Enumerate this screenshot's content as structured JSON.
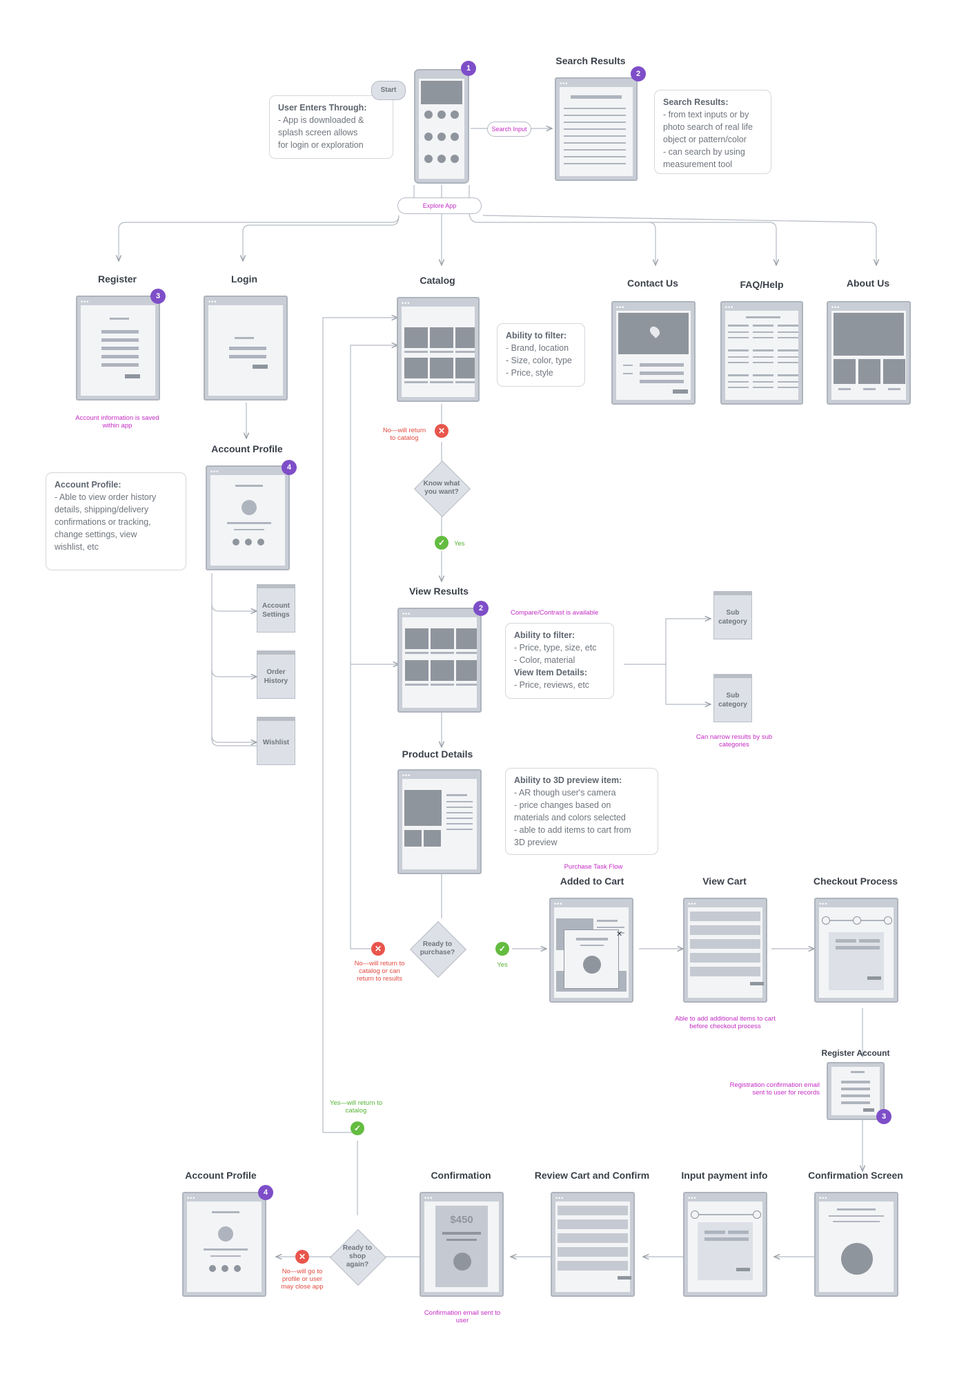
{
  "labels": {
    "start": "Start",
    "search_input": "Search Input",
    "explore_app": "Explore App",
    "know_what": "Know what you want?",
    "ready_purchase": "Ready to purchase?",
    "ready_shop_again": "Ready to shop again?",
    "price": "$450"
  },
  "titles": {
    "search_results": "Search Results",
    "register": "Register",
    "login": "Login",
    "catalog": "Catalog",
    "contact_us": "Contact Us",
    "faq_help": "FAQ/Help",
    "about_us": "About Us",
    "account_profile_top": "Account Profile",
    "view_results": "View Results",
    "product_details": "Product Details",
    "added_to_cart": "Added to Cart",
    "view_cart": "View Cart",
    "checkout_process": "Checkout Process",
    "register_account": "Register Account",
    "account_profile_bottom": "Account Profile",
    "confirmation": "Confirmation",
    "review_cart_confirm": "Review Cart and Confirm",
    "input_payment": "Input payment info",
    "confirmation_screen": "Confirmation Screen"
  },
  "small_screens": {
    "account_settings": "Account Settings",
    "order_history": "Order History",
    "wishlist": "Wishlist",
    "sub_category_1": "Sub category",
    "sub_category_2": "Sub category"
  },
  "badges": {
    "b1": "1",
    "b2_search": "2",
    "b3_register": "3",
    "b4_profile": "4",
    "b2_results": "2",
    "b3_register_account": "3",
    "b4_profile_bottom": "4"
  },
  "notes": {
    "user_enters": {
      "heading": "User Enters Through:",
      "lines": [
        "- App is downloaded &",
        "splash screen allows",
        "for login or exploration"
      ]
    },
    "search_results": {
      "heading": "Search Results:",
      "lines": [
        "- from text inputs or by",
        "photo search of real life",
        "object or pattern/color",
        "- can search by using",
        "measurement tool"
      ]
    },
    "catalog_filter": {
      "heading": "Ability to filter:",
      "lines": [
        "- Brand, location",
        "- Size, color, type",
        "- Price, style"
      ]
    },
    "account_profile": {
      "heading": "Account Profile:",
      "lines": [
        "- Able to view order history",
        "details, shipping/delivery",
        "confirmations or tracking,",
        "change settings, view",
        "wishlist, etc"
      ]
    },
    "results_filter": {
      "heading": "Ability to filter:",
      "lines": [
        "- Price, type, size, etc",
        "- Color, material"
      ],
      "heading2": "View Item Details:",
      "lines2": [
        "- Price, reviews, etc"
      ]
    },
    "preview_3d": {
      "heading": "Ability to 3D preview item:",
      "lines": [
        "- AR though user's camera",
        "- price changes based on",
        "materials and colors selected",
        "- able to add items to cart from",
        "3D preview"
      ]
    }
  },
  "annotations": {
    "account_saved": "Account information is saved within app",
    "compare_contrast": "Compare/Contrast is available",
    "narrow_results": "Can narrow results by sub categories",
    "purchase_flow": "Purchase Task Flow",
    "add_items": "Able to add additional items to cart before checkout process",
    "registration_email": "Registration confirmation email sent to user for records",
    "confirmation_email": "Confirmation email sent to user"
  },
  "decisions": {
    "no_catalog": "No—will return to catalog",
    "yes": "Yes",
    "no_return_results": "No—will return to catalog or can return to results",
    "yes2": "Yes",
    "yes_return": "Yes—will return to catalog",
    "no_profile": "No—will go to profile or user may close app"
  },
  "colors": {
    "accent_badge": "#7e4ec8",
    "annotation": "#c42bc4",
    "negative": "#e8554c",
    "positive": "#64bc40",
    "wire": "#aeb4bd"
  }
}
